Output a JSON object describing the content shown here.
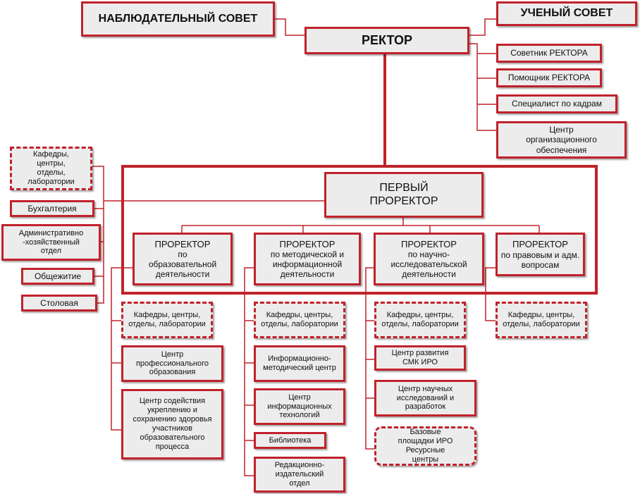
{
  "top": {
    "supervisory_board": "НАБЛЮДАТЕЛЬНЫЙ СОВЕТ",
    "academic_council": "УЧЕНЫЙ СОВЕТ",
    "rector": "РЕКТОР"
  },
  "rector_staff": [
    "Советник РЕКТОРА",
    "Помощник РЕКТОРА",
    "Специалист по кадрам",
    "Центр организационного обеспечения"
  ],
  "first_vice_rector": "ПЕРВЫЙ ПРОРЕКТОР",
  "left_units": [
    "Кафедры, центры, отделы, лаборатории",
    "Бухгалтерия",
    "Административно -хозяйственный отдел",
    "Общежитие",
    "Столовая"
  ],
  "vice_rectors": [
    {
      "title": "ПРОРЕКТОР",
      "area": "по образовательной деятельности"
    },
    {
      "title": "ПРОРЕКТОР",
      "area": "по методической и информационной деятельности"
    },
    {
      "title": "ПРОРЕКТОР",
      "area": "по научно-исследовательской деятельности"
    },
    {
      "title": "ПРОРЕКТОР",
      "area": "по правовым и адм. вопросам"
    }
  ],
  "col1": [
    "Кафедры, центры, отделы, лаборатории",
    "Центр профессионального образования",
    "Центр содействия укреплению и сохранению здоровья участников образовательного процесса"
  ],
  "col2": [
    "Кафедры, центры, отделы, лаборатории",
    "Информационно-методический центр",
    "Центр информационных технологий",
    "Библиотека",
    "Редакционно-издательский отдел"
  ],
  "col3": [
    "Кафедры, центры, отделы, лаборатории",
    "Центр развития СМК ИРО",
    "Центр научных исследований и разработок",
    "Базовые площадки ИРО Ресурсные центры"
  ],
  "col4": [
    "Кафедры, центры, отделы, лаборатории"
  ]
}
